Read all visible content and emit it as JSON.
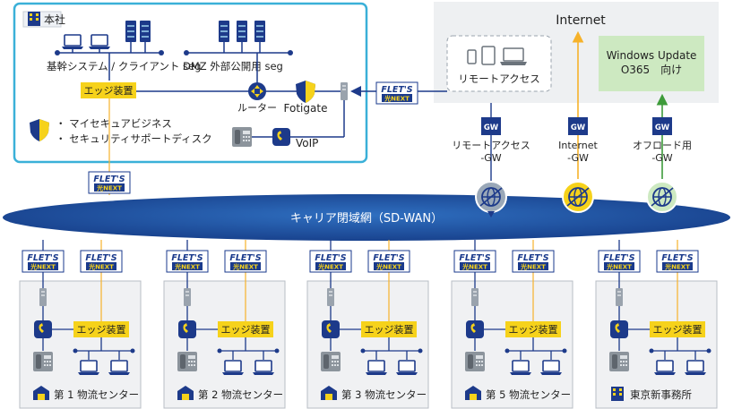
{
  "hq": {
    "title": "本社",
    "core_seg_label": "基幹システム / クライアント seg",
    "dmz_seg_label": "DMZ 外部公開用 seg",
    "edge_device_label": "エッジ装置",
    "router_label": "ルーター",
    "fortigate_label": "Fotigate",
    "voip_label": "VoIP",
    "services": [
      "・ マイセキュアビジネス",
      "・ セキュリティサポートディスク"
    ]
  },
  "internet": {
    "title": "Internet",
    "remote_access_label": "リモートアクセス",
    "windows_update_label": "Windows Update\nO365　向け"
  },
  "gateways": [
    {
      "badge": "GW",
      "label": "リモートアクセス\n-GW"
    },
    {
      "badge": "GW",
      "label": "Internet\n-GW"
    },
    {
      "badge": "GW",
      "label": "オフロード用\n-GW"
    }
  ],
  "carrier_network_label": "キャリア閉域網（SD-WAN）",
  "flets": {
    "main": "FLET'S",
    "sub": "光NEXT"
  },
  "sites": [
    {
      "label": "第 1 物流センター",
      "edge": "エッジ装置"
    },
    {
      "label": "第 2 物流センター",
      "edge": "エッジ装置"
    },
    {
      "label": "第 3 物流センター",
      "edge": "エッジ装置"
    },
    {
      "label": "第 5 物流センター",
      "edge": "エッジ装置"
    },
    {
      "label": "東京新事務所",
      "edge": "エッジ装置"
    }
  ],
  "colors": {
    "navy": "#1d3a8a",
    "teal_border": "#3ab0d8",
    "yellow": "#f6d21b",
    "ellipse": "#1f4fa0",
    "green_box": "#cde9c1",
    "green": "#3d9b3a",
    "orange_arrow": "#f6b22a"
  }
}
